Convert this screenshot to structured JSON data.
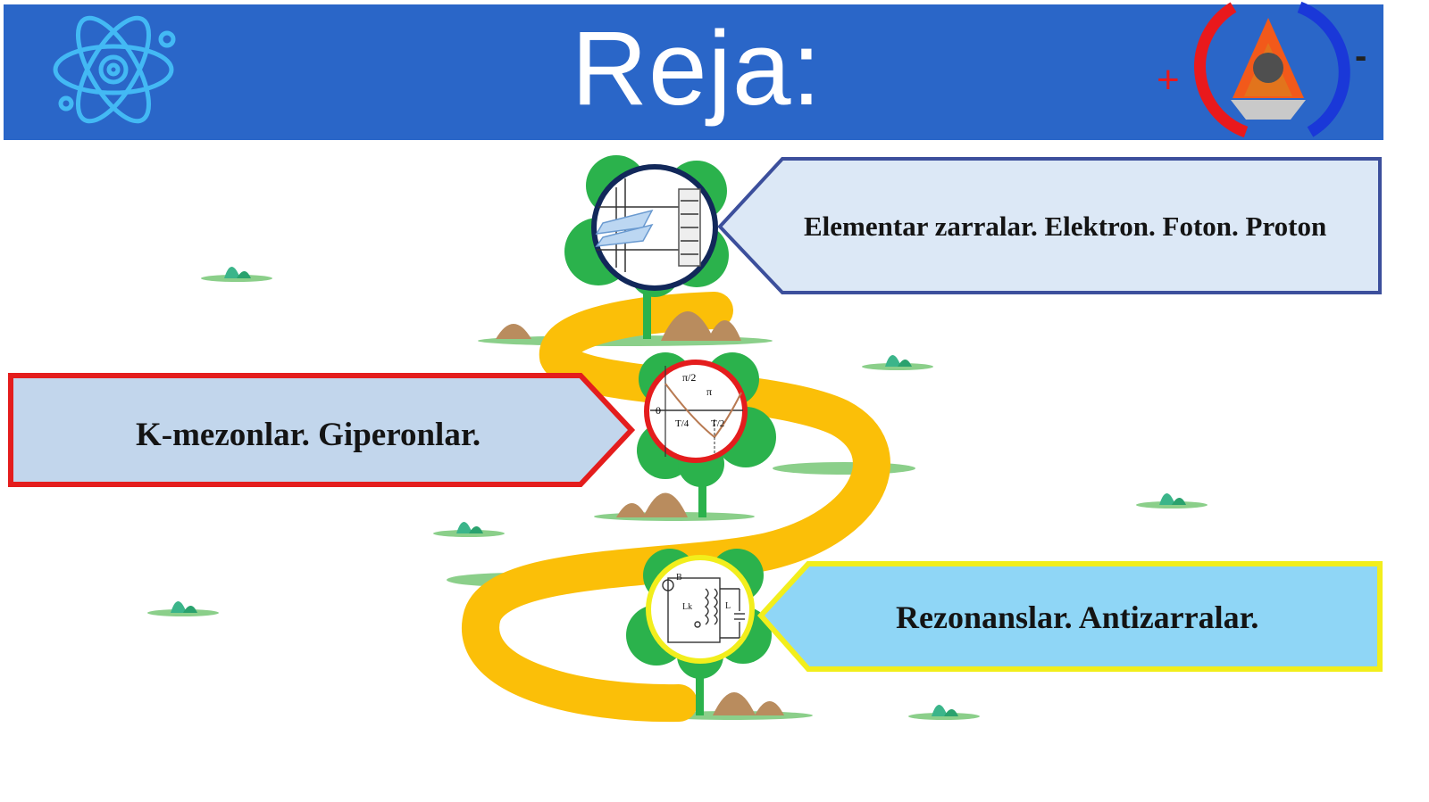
{
  "header": {
    "title": "Reja:",
    "atom_icon": "atom-icon",
    "logo_icon": "particle-logo-icon",
    "plus_sign": "+",
    "minus_sign": "-",
    "background_color": "#2a66c8"
  },
  "plan_items": [
    {
      "text": "Elementar zarralar. Elektron.  Foton. Proton",
      "border_color": "#3c4f9c",
      "fill_color": "#dce8f6",
      "image": "optics-diagram-icon"
    },
    {
      "text": "K-mezonlar.  Giperonlar.",
      "border_color": "#e41d1d",
      "fill_color": "#c2d6ec",
      "image": "wave-graph-icon"
    },
    {
      "text": "Rezonanslar.  Antizarralar.",
      "border_color": "#f2ee1c",
      "fill_color": "#8fd6f6",
      "image": "circuit-diagram-icon"
    }
  ],
  "graph_labels": {
    "half_pi": "π/2",
    "pi": "π",
    "zero": "0",
    "t4": "T/4",
    "t2": "T/2"
  },
  "circuit_labels": {
    "b": "B",
    "l": "L",
    "lk": "Lk"
  },
  "colors": {
    "road": "#fbbf08",
    "tree": "#2bb24c",
    "grass": "#8bcf8a",
    "hill": "#b98c5e"
  }
}
